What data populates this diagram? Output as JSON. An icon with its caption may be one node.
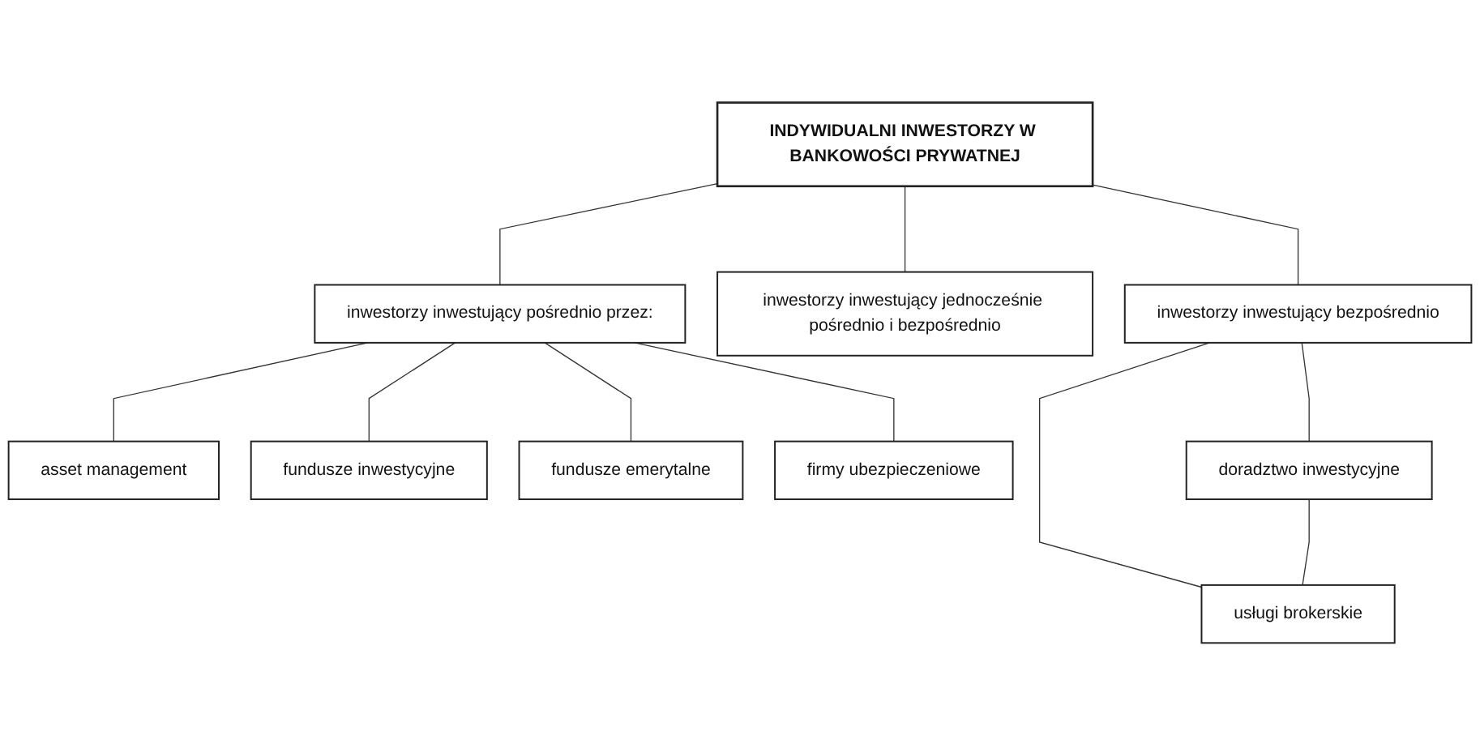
{
  "diagram": {
    "nodes": [
      {
        "text": [
          "INDYWIDUALNI INWESTORZY W BANKOWOŚCI PRYWATNEJ"
        ]
      },
      {
        "text": [
          "inwestorzy inwestujący pośrednio przez:"
        ]
      },
      {
        "text": [
          "inwestorzy inwestujący jednocześnie pośrednio i bezpośrednio"
        ]
      },
      {
        "text": [
          "inwestorzy inwestujący bezpośrednio"
        ]
      },
      {
        "text": [
          "asset management"
        ]
      },
      {
        "text": [
          "fundusze inwestycyjne"
        ]
      },
      {
        "text": [
          "fundusze emerytalne"
        ]
      },
      {
        "text": [
          "firmy ubezpieczeniowe"
        ]
      },
      {
        "text": [
          "doradztwo inwestycyjne"
        ]
      },
      {
        "text": [
          "usługi brokerskie"
        ]
      }
    ],
    "edges": [
      {
        "from": 0,
        "to": 1,
        "arrow": "none"
      },
      {
        "from": 0,
        "to": 2,
        "arrow": "none"
      },
      {
        "from": 0,
        "to": 3,
        "arrow": "none"
      },
      {
        "from": 1,
        "to": 4,
        "arrow": "none"
      },
      {
        "from": 1,
        "to": 5,
        "arrow": "none"
      },
      {
        "from": 1,
        "to": 6,
        "arrow": "none"
      },
      {
        "from": 1,
        "to": 7,
        "arrow": "none"
      },
      {
        "from": 3,
        "to": 8,
        "arrow": "none"
      },
      {
        "from": 3,
        "to": 9,
        "arrow": "none"
      },
      {
        "from": 8,
        "to": 9,
        "arrow": "none"
      }
    ]
  }
}
